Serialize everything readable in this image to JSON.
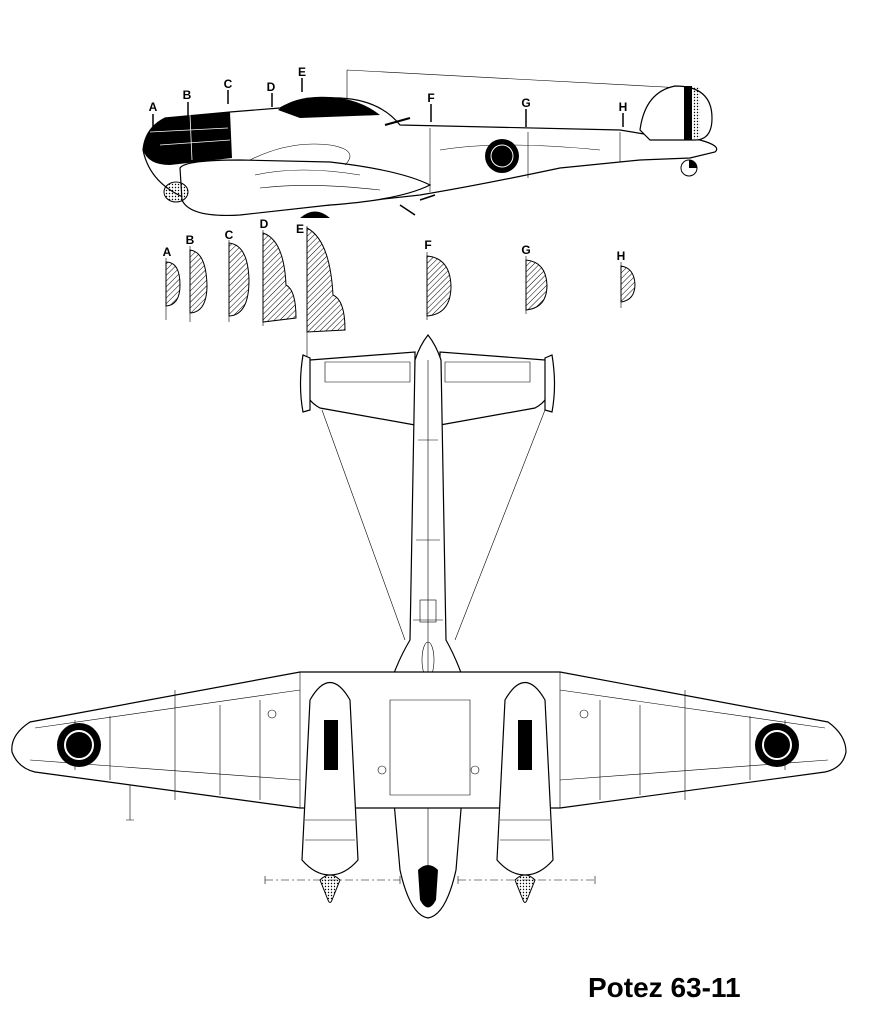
{
  "title": "Potez 63-11",
  "side_view_section_labels": [
    "A",
    "B",
    "C",
    "D",
    "E",
    "F",
    "G",
    "H"
  ],
  "cross_section_labels": [
    "A",
    "B",
    "C",
    "D",
    "E",
    "F",
    "G",
    "H"
  ],
  "colors": {
    "ink": "#000000",
    "background": "#ffffff"
  }
}
